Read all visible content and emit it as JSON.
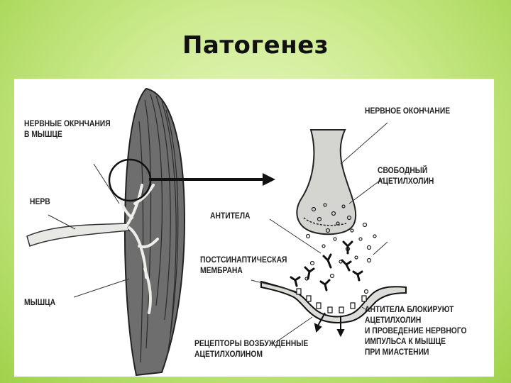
{
  "title": "Патогенез",
  "labels": {
    "nerve_endings_line1": "НЕРВНЫЕ ОКРНЧАНИЯ",
    "nerve_endings_line2": "В МЫШЦЕ",
    "nerve": "НЕРВ",
    "muscle": "МЫШЦА",
    "nerve_terminal": "НЕРВНОЕ ОКОНЧАНИЕ",
    "free_ach_line1": "СВОБОДНЫЙ",
    "free_ach_line2": "АЦЕТИЛХОЛИН",
    "antibodies": "АНТИТЕЛА",
    "postsynaptic_line1": "ПОСТСИНАПТИЧЕСКАЯ",
    "postsynaptic_line2": "МЕМБРАНА",
    "block_line1": "АНТИТЕЛА БЛОКИРУЮТ",
    "block_line2": "АЦЕТИЛХОЛИН",
    "block_line3": "И ПРОВЕДЕНИЕ НЕРВНОГО",
    "block_line4": "ИМПУЛЬСА К МЫШЦЕ",
    "block_line5": "ПРИ МИАСТЕНИИ",
    "receptors_line1": "РЕЦЕПТОРЫ ВОЗБУЖДЕННЫЕ",
    "receptors_line2": "АЦЕТИЛХОЛИНОМ"
  },
  "colors": {
    "background": "#b9e26a",
    "muscle_fill": "#6e6e6e",
    "terminal_fill": "#d4d4d0",
    "membrane_fill": "#dcdcd8"
  }
}
